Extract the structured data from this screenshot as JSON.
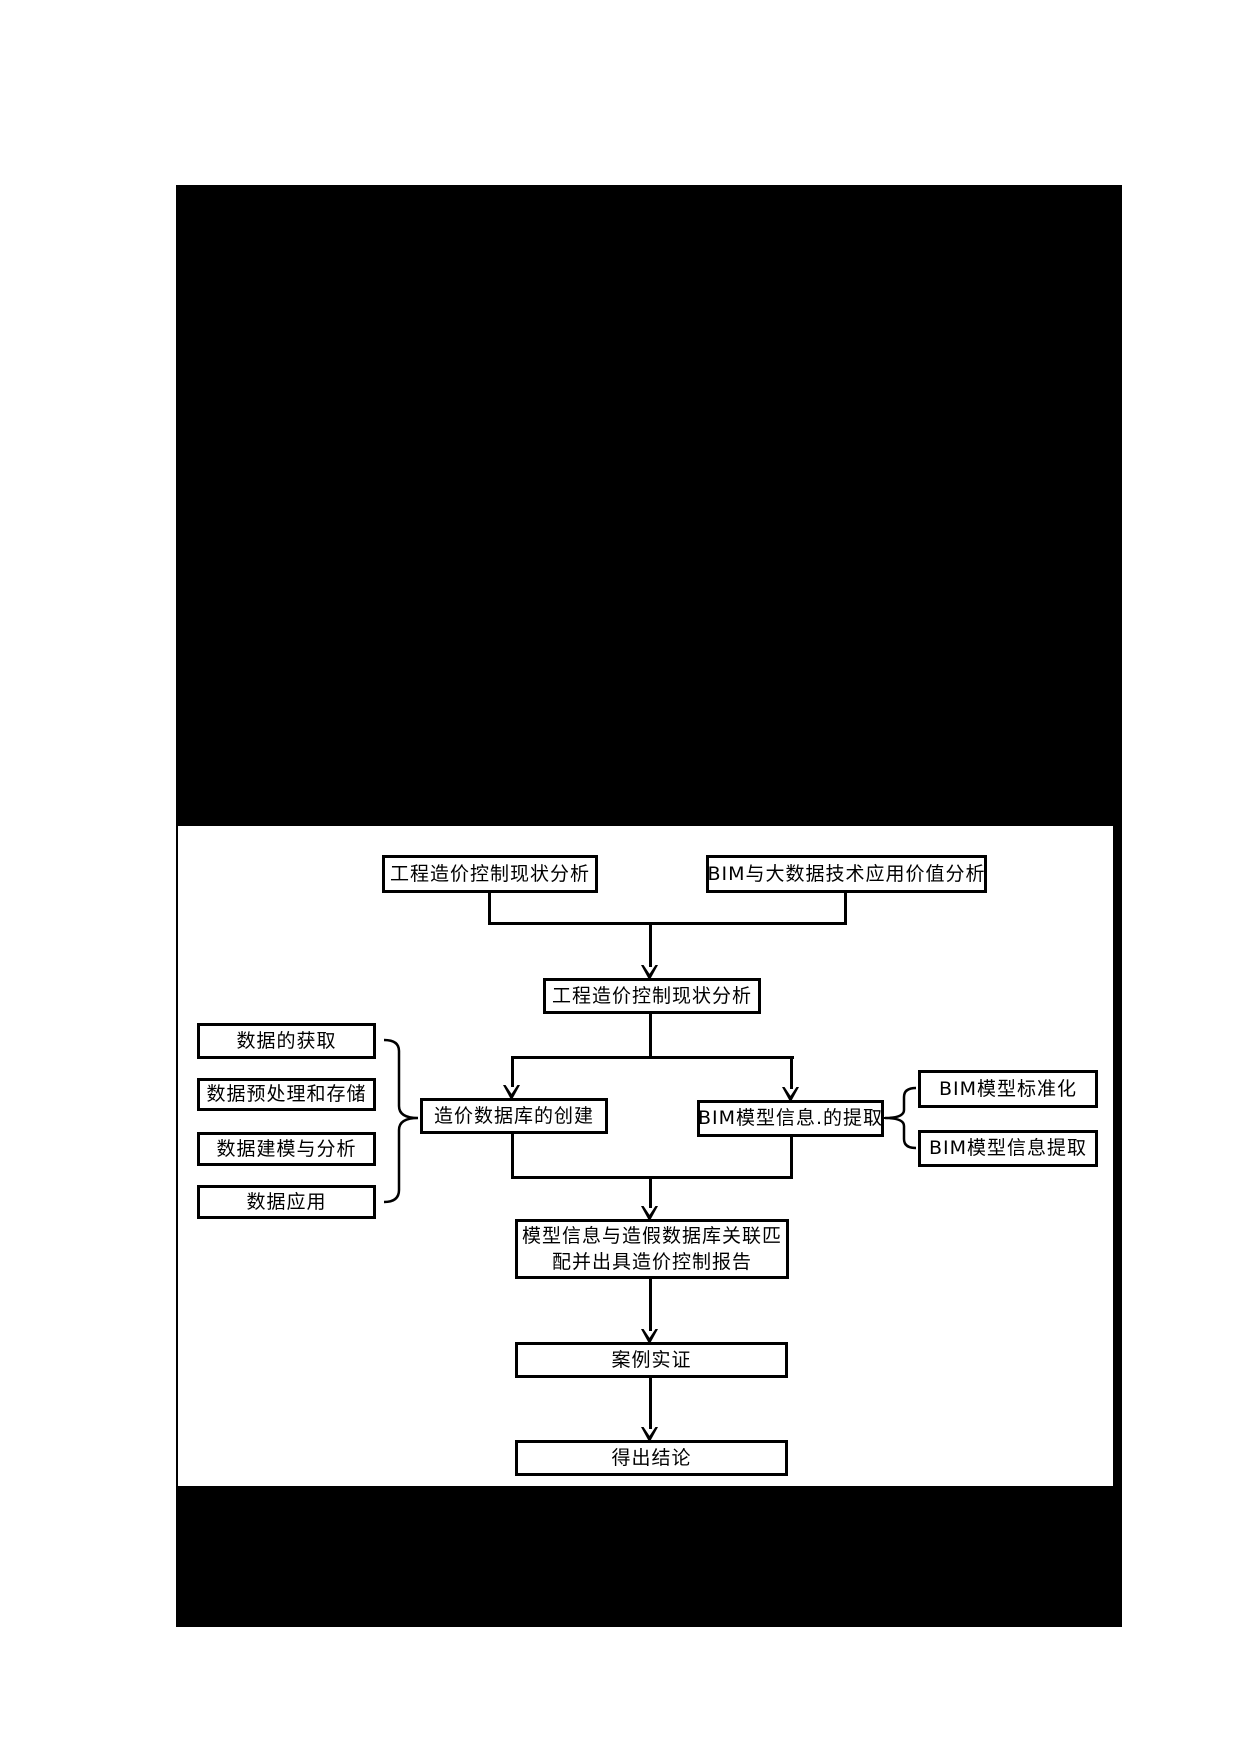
{
  "figure": {
    "nodes": {
      "top_left": "工程造价控制现状分析",
      "top_right": "BIM与大数据技术应用价值分析",
      "status_analysis": "工程造价控制现状分析",
      "cost_db": "造价数据库的创建",
      "bim_extract": "BIM模型信息.的提取",
      "data_steps": [
        "数据的获取",
        "数据预处理和存储",
        "数据建模与分析",
        "数据应用"
      ],
      "bim_steps": [
        "BIM模型标准化",
        "BIM模型信息提取"
      ],
      "report_line1": "模型信息与造假数据库关联匹",
      "report_line2": "配并出具造价控制报告",
      "case_study": "案例实证",
      "conclusion": "得出结论"
    },
    "colors": {
      "ink": "#000000",
      "paper": "#ffffff"
    }
  }
}
